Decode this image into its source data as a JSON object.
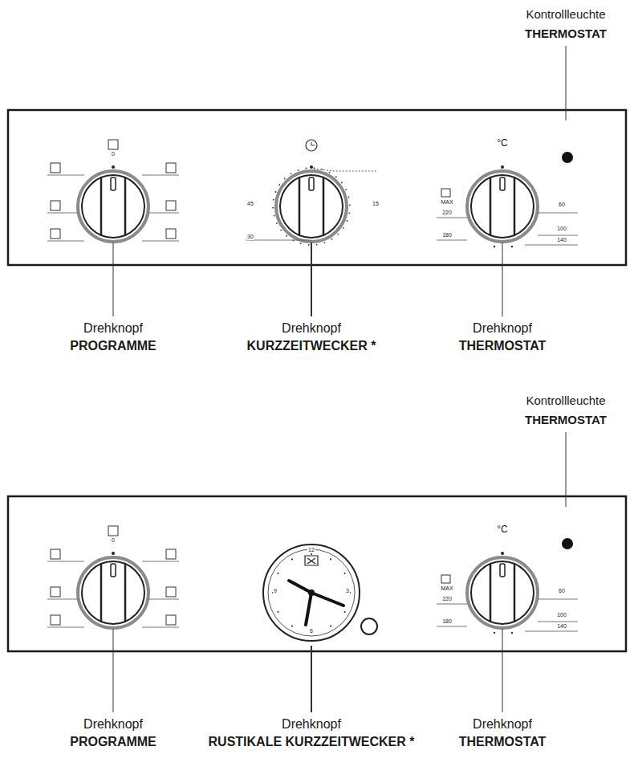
{
  "diagram": {
    "labels": [
      "Kontrollleuchte",
      "THERMOSTAT",
      "0",
      "45",
      "15",
      "30",
      "°C",
      "MAX",
      "220",
      "180",
      "60",
      "100",
      "140",
      "Drehknopf",
      "PROGRAMME",
      "Drehknopf",
      "KURZZEITWECKER *",
      "Drehknopf",
      "THERMOSTAT",
      "Kontrollleuchte",
      "THERMOSTAT",
      "0",
      "12",
      "3",
      "6",
      "9",
      "°C",
      "MAX",
      "220",
      "180",
      "60",
      "100",
      "140",
      "Drehknopf",
      "PROGRAMME",
      "Drehknopf",
      "RUSTIKALE KURZZEITWECKER *",
      "Drehknopf",
      "THERMOSTAT"
    ]
  }
}
